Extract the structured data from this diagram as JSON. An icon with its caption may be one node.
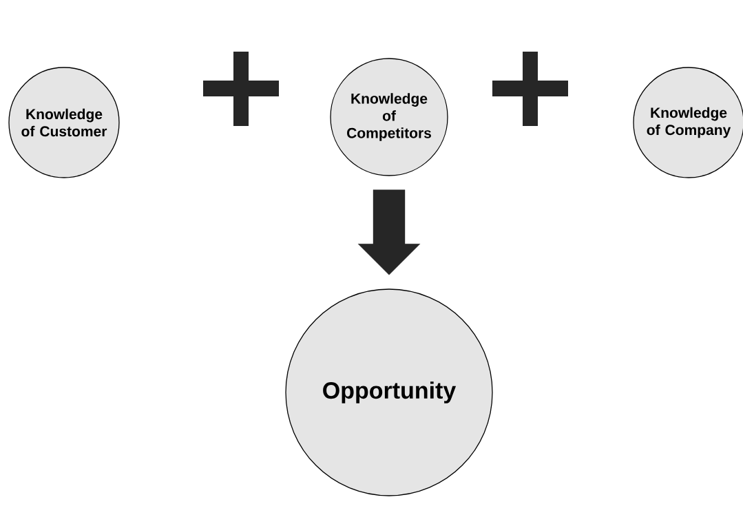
{
  "diagram": {
    "nodes": [
      {
        "text": [
          "Knowledge of Customer"
        ]
      },
      {
        "text": [
          "Knowledge of Competitors"
        ]
      },
      {
        "text": [
          "Knowledge of Company"
        ]
      },
      {
        "text": [
          "Opportunity"
        ]
      }
    ],
    "edges": [
      {
        "from": 1,
        "to": 3,
        "arrow": "to"
      }
    ]
  }
}
